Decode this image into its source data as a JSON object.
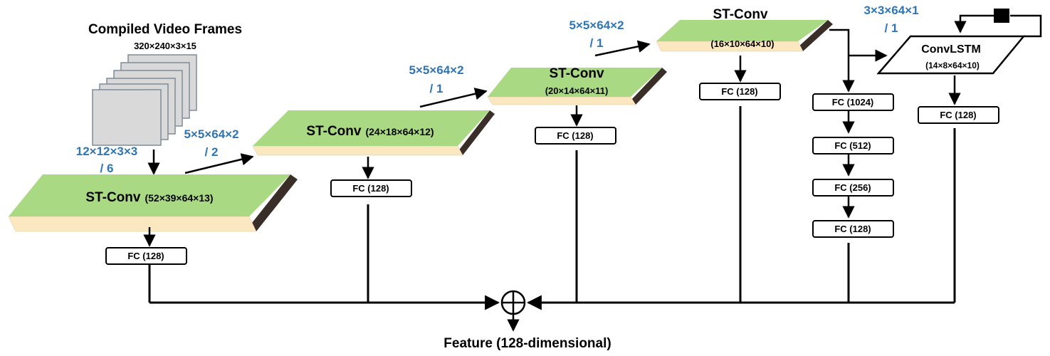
{
  "input": {
    "title": "Compiled Video Frames",
    "dims": "320×240×3×15"
  },
  "feature_label": "Feature (128-dimensional)",
  "colors": {
    "conv_top": "#A9D982",
    "conv_front": "#FBE8C0",
    "conv_side": "#3A2E28",
    "kernel_text": "#2E75B6",
    "frame_fill": "#D9D9D9",
    "frame_stroke": "#7F8C9A"
  },
  "branches": [
    {
      "kernel_a": "12×12×3×3",
      "kernel_b": "/ 6",
      "conv_name": "ST-Conv",
      "conv_dims": "(52×39×64×13)",
      "fc": "FC (128)"
    },
    {
      "kernel_a": "5×5×64×2",
      "kernel_b": "/ 2",
      "conv_name": "ST-Conv",
      "conv_dims": "(24×18×64×12)",
      "fc": "FC (128)"
    },
    {
      "kernel_a": "5×5×64×2",
      "kernel_b": "/ 1",
      "conv_name": "ST-Conv",
      "conv_dims": "(20×14×64×11)",
      "fc": "FC (128)"
    },
    {
      "kernel_a": "5×5×64×2",
      "kernel_b": "/ 1",
      "conv_name": "ST-Conv",
      "conv_dims": "(16×10×64×10)",
      "fc": "FC (128)"
    }
  ],
  "fc_stack": [
    "FC (1024)",
    "FC (512)",
    "FC (256)",
    "FC (128)"
  ],
  "lstm": {
    "kernel_a": "3×3×64×1",
    "kernel_b": "/ 1",
    "name": "ConvLSTM",
    "dims": "(14×8×64×10)",
    "fc": "FC (128)"
  }
}
